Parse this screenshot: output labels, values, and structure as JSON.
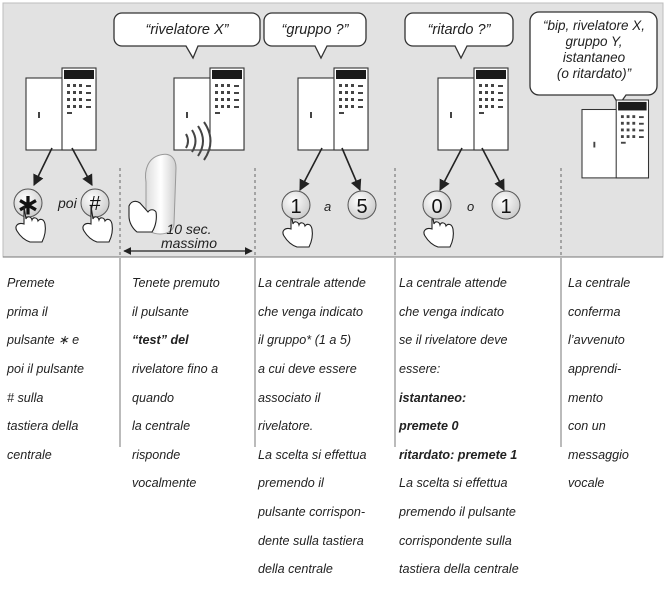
{
  "bubbles": [
    {
      "id": "rivelatore",
      "lines": [
        "“rivelatore X”"
      ]
    },
    {
      "id": "gruppo",
      "lines": [
        "“gruppo ?”"
      ]
    },
    {
      "id": "ritardo",
      "lines": [
        "“ritardo ?”"
      ]
    },
    {
      "id": "conferma",
      "lines": [
        "“bip, rivelatore X,",
        "gruppo Y,",
        "istantaneo",
        "(o ritardato)”"
      ]
    }
  ],
  "step1": {
    "key1": "∗",
    "conj": "poi",
    "key2": "#"
  },
  "step2": {
    "timer_line1": "10 sec.",
    "timer_line2": "massimo"
  },
  "step3": {
    "key1": "1",
    "conj": "a",
    "key2": "5"
  },
  "step4": {
    "key1": "0",
    "conj": "o",
    "key2": "1"
  },
  "columns": [
    {
      "id": "col1",
      "lines": [
        {
          "t": "Premete"
        },
        {
          "t": "prima il"
        },
        {
          "t": "pulsante ∗ e"
        },
        {
          "t": "poi il pulsante"
        },
        {
          "t": "# sulla"
        },
        {
          "t": "tastiera della"
        },
        {
          "t": "centrale"
        }
      ]
    },
    {
      "id": "col2",
      "lines": [
        {
          "t": "Tenete premuto"
        },
        {
          "t": "il pulsante"
        },
        {
          "t": "“test” del",
          "b": true
        },
        {
          "t": "rivelatore fino a"
        },
        {
          "t": "quando"
        },
        {
          "t": "la centrale"
        },
        {
          "t": "risponde"
        },
        {
          "t": "vocalmente"
        }
      ]
    },
    {
      "id": "col3",
      "lines": [
        {
          "t": "La centrale attende"
        },
        {
          "t": "che venga indicato"
        },
        {
          "t": "il gruppo* (1 a 5)"
        },
        {
          "t": "a cui deve essere"
        },
        {
          "t": "associato il"
        },
        {
          "t": "rivelatore."
        },
        {
          "t": "La scelta si effettua"
        },
        {
          "t": "premendo il"
        },
        {
          "t": "pulsante corrispon-"
        },
        {
          "t": "dente sulla tastiera"
        },
        {
          "t": "della centrale"
        }
      ]
    },
    {
      "id": "col4",
      "lines": [
        {
          "t": "La centrale attende"
        },
        {
          "t": "che venga indicato"
        },
        {
          "t": "se il rivelatore deve"
        },
        {
          "t": "essere:"
        },
        {
          "t": "istantaneo:",
          "b": true
        },
        {
          "t": "premete 0",
          "b": true
        },
        {
          "t": "ritardato: premete 1",
          "b": true
        },
        {
          "t": "La scelta si effettua"
        },
        {
          "t": "premendo il pulsante"
        },
        {
          "t": "corrispondente sulla"
        },
        {
          "t": "tastiera della centrale"
        }
      ]
    },
    {
      "id": "col5",
      "lines": [
        {
          "t": "La centrale"
        },
        {
          "t": "conferma"
        },
        {
          "t": "l’avvenuto"
        },
        {
          "t": "apprendi-"
        },
        {
          "t": "mento"
        },
        {
          "t": "con un"
        },
        {
          "t": "messaggio"
        },
        {
          "t": "vocale"
        }
      ]
    }
  ]
}
